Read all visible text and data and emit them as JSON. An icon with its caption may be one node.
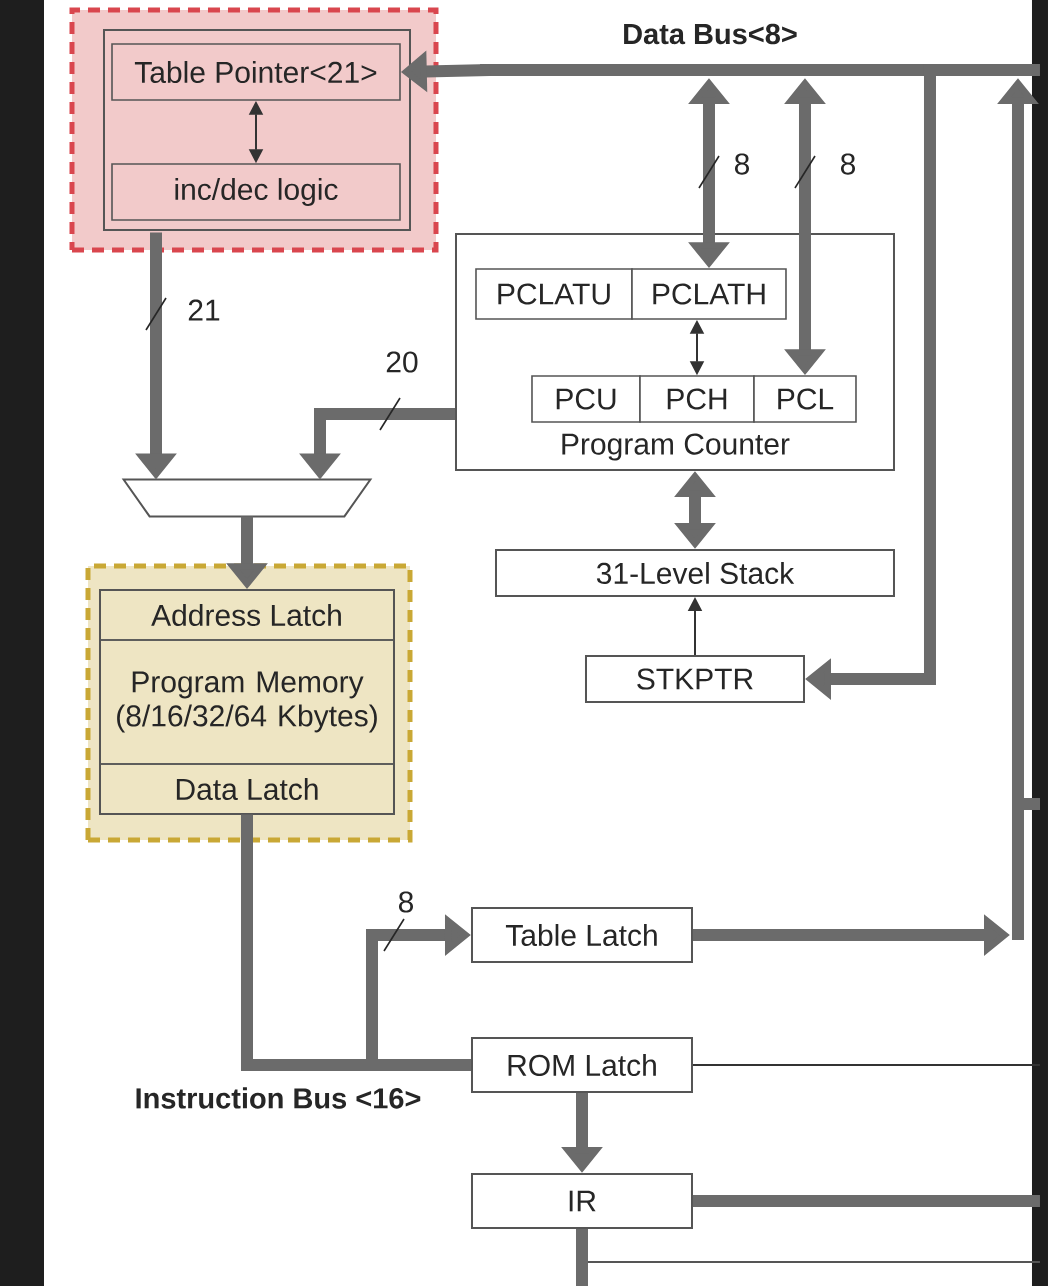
{
  "diagram": {
    "nodes": [
      {
        "text": [],
        "shape": "box"
      },
      {
        "text": [
          "Table Pointer<21>"
        ],
        "in": 0
      },
      {
        "text": [
          "inc/dec logic"
        ],
        "in": 0
      },
      {
        "text": [
          "Program Counter"
        ]
      },
      {
        "text": [
          "PCLATU"
        ],
        "in": 3
      },
      {
        "text": [
          "PCLATH"
        ],
        "in": 3
      },
      {
        "text": [
          "PCU"
        ],
        "in": 3
      },
      {
        "text": [
          "PCH"
        ],
        "in": 3
      },
      {
        "text": [
          "PCL"
        ],
        "in": 3
      },
      {
        "text": [],
        "shape": "trapezoid"
      },
      {
        "text": [],
        "shape": "box"
      },
      {
        "text": [
          "Address Latch"
        ],
        "in": 10
      },
      {
        "text": [
          "Program Memory (8/16/32/64 Kbytes)"
        ],
        "in": 10
      },
      {
        "text": [
          "Data Latch"
        ],
        "in": 10
      },
      {
        "text": [
          "31-Level Stack"
        ]
      },
      {
        "text": [
          "STKPTR"
        ]
      },
      {
        "text": [
          "Table Latch"
        ]
      },
      {
        "text": [
          "ROM Latch"
        ]
      },
      {
        "text": [
          "IR"
        ]
      }
    ],
    "edges": [
      {
        "from": null,
        "to": 1,
        "arrow": "to"
      },
      {
        "from": 1,
        "to": 2,
        "arrow": "both"
      },
      {
        "from": 0,
        "to": 9,
        "arrow": "to",
        "label": "21"
      },
      {
        "from": 3,
        "to": 9,
        "arrow": "to",
        "label": "20"
      },
      {
        "from": null,
        "to": 5,
        "arrow": "both",
        "label": "8"
      },
      {
        "from": null,
        "to": 8,
        "arrow": "both",
        "label": "8"
      },
      {
        "from": 5,
        "to": 7,
        "arrow": "both"
      },
      {
        "from": 3,
        "to": 14,
        "arrow": "both"
      },
      {
        "from": 15,
        "to": 14,
        "arrow": "to"
      },
      {
        "from": null,
        "to": 15,
        "arrow": "to"
      },
      {
        "from": 9,
        "to": 11,
        "arrow": "to"
      },
      {
        "from": 13,
        "to": 17,
        "arrow": "none"
      },
      {
        "from": 13,
        "to": 16,
        "arrow": "to",
        "label": "8"
      },
      {
        "from": 16,
        "to": null,
        "arrow": "to"
      },
      {
        "from": 17,
        "to": 18,
        "arrow": "to"
      },
      {
        "from": 17,
        "to": null,
        "arrow": "none"
      },
      {
        "from": 18,
        "to": null,
        "arrow": "none"
      },
      {
        "from": 18,
        "to": null,
        "arrow": "none"
      }
    ],
    "labels": [
      "Data Bus<8>",
      "Instruction Bus <16>"
    ]
  }
}
